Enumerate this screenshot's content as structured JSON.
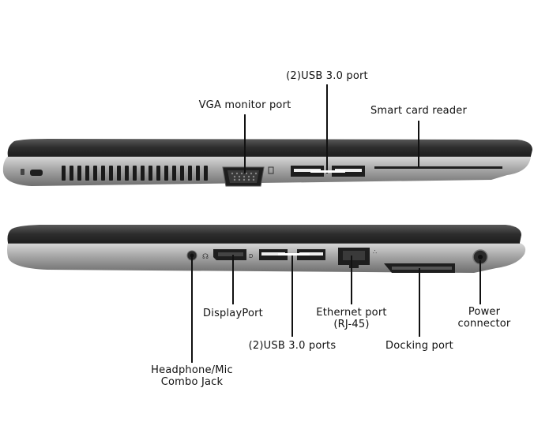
{
  "labels": {
    "usb_top": "(2)USB 3.0 port",
    "vga": "VGA monitor port",
    "smart_card": "Smart card reader",
    "displayport": "DisplayPort",
    "ethernet_line1": "Ethernet port",
    "ethernet_line2": "(RJ-45)",
    "power_line1": "Power",
    "power_line2": "connector",
    "usb_bottom": "(2)USB 3.0 ports",
    "docking": "Docking port",
    "headphone_line1": "Headphone/Mic",
    "headphone_line2": "Combo Jack"
  },
  "colors": {
    "lid": "#3a3a3a",
    "base": "#a9a9a9",
    "port": "#1e1e1e",
    "leader": "#111111"
  }
}
